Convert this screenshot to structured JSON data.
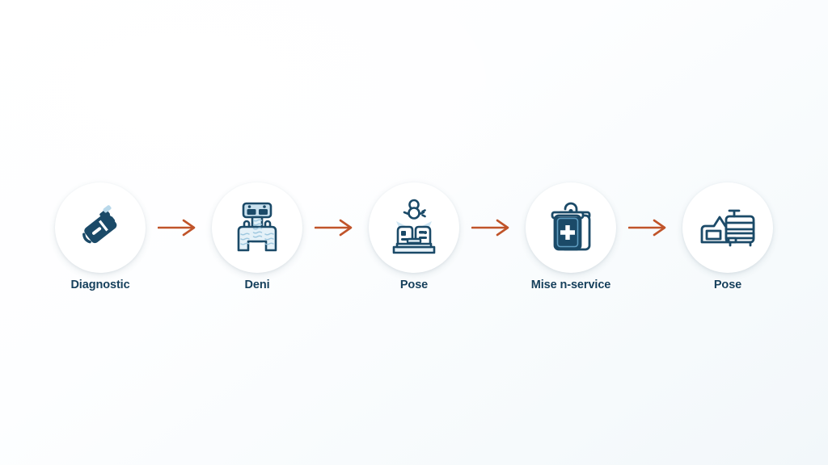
{
  "diagram": {
    "type": "horizontal-process-flow",
    "background_color": "#fafcfd",
    "accent_color": "#c0542a",
    "icon_color_dark": "#1b4a68",
    "icon_color_light": "#b8d8ea",
    "label_color": "#16405c",
    "circle_color": "#ffffff",
    "steps": [
      {
        "label": "Diagnostic",
        "icon": "usb-diagnostic-tool-icon"
      },
      {
        "label": "Deni",
        "icon": "press-machine-icon"
      },
      {
        "label": "Pose",
        "icon": "open-book-installation-icon"
      },
      {
        "label": "Mise n-service",
        "icon": "medical-bag-cross-icon"
      },
      {
        "label": "Pose",
        "icon": "building-vehicle-icon"
      }
    ],
    "connectors": [
      {
        "name": "arrow-1",
        "glyph": "arrow-right-icon"
      },
      {
        "name": "arrow-2",
        "glyph": "arrow-right-icon"
      },
      {
        "name": "arrow-3",
        "glyph": "arrow-right-icon"
      },
      {
        "name": "arrow-4",
        "glyph": "arrow-right-icon"
      }
    ]
  }
}
